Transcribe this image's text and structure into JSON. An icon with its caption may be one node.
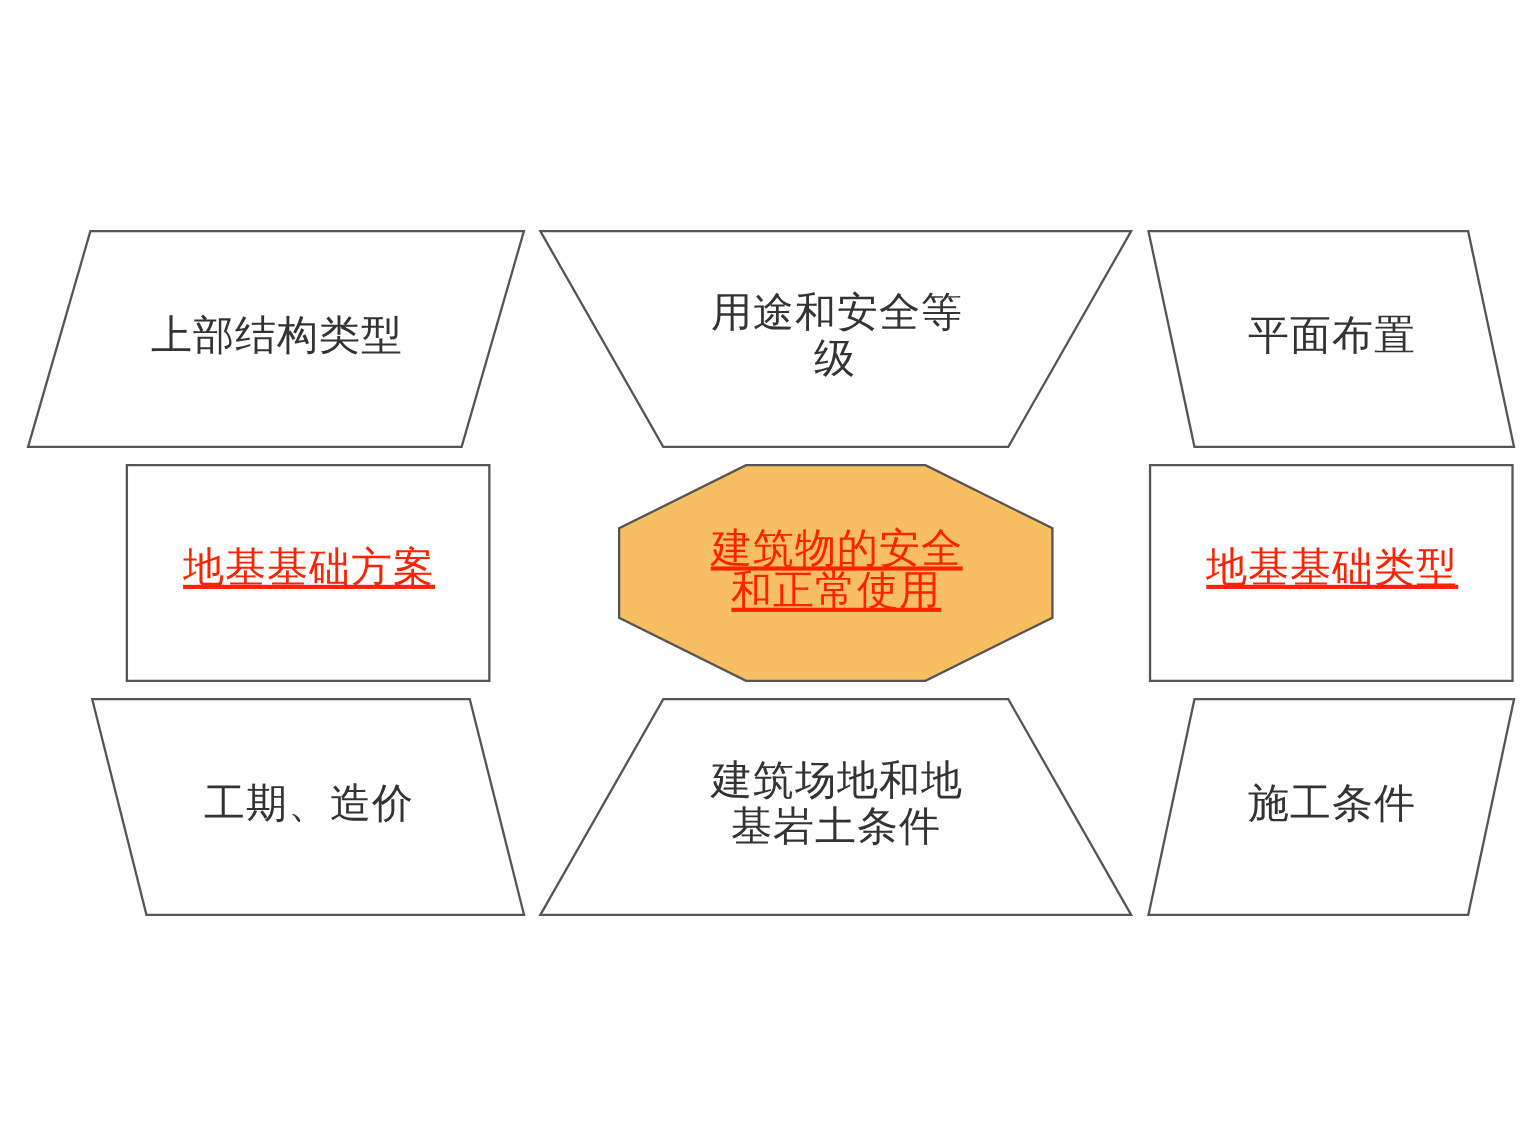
{
  "diagram": {
    "nodes": [
      {
        "text": [
          "上部结构类型"
        ]
      },
      {
        "text": [
          "用途和安全等级"
        ]
      },
      {
        "text": [
          "平面布置"
        ]
      },
      {
        "text": [
          "地基基础方案"
        ]
      },
      {
        "text": [
          "建筑物的安全和正常使用"
        ]
      },
      {
        "text": [
          "地基基础类型"
        ]
      },
      {
        "text": [
          "工期、造价"
        ]
      },
      {
        "text": [
          "建筑场地和地基岩土条件"
        ]
      },
      {
        "text": [
          "施工条件"
        ]
      }
    ]
  }
}
